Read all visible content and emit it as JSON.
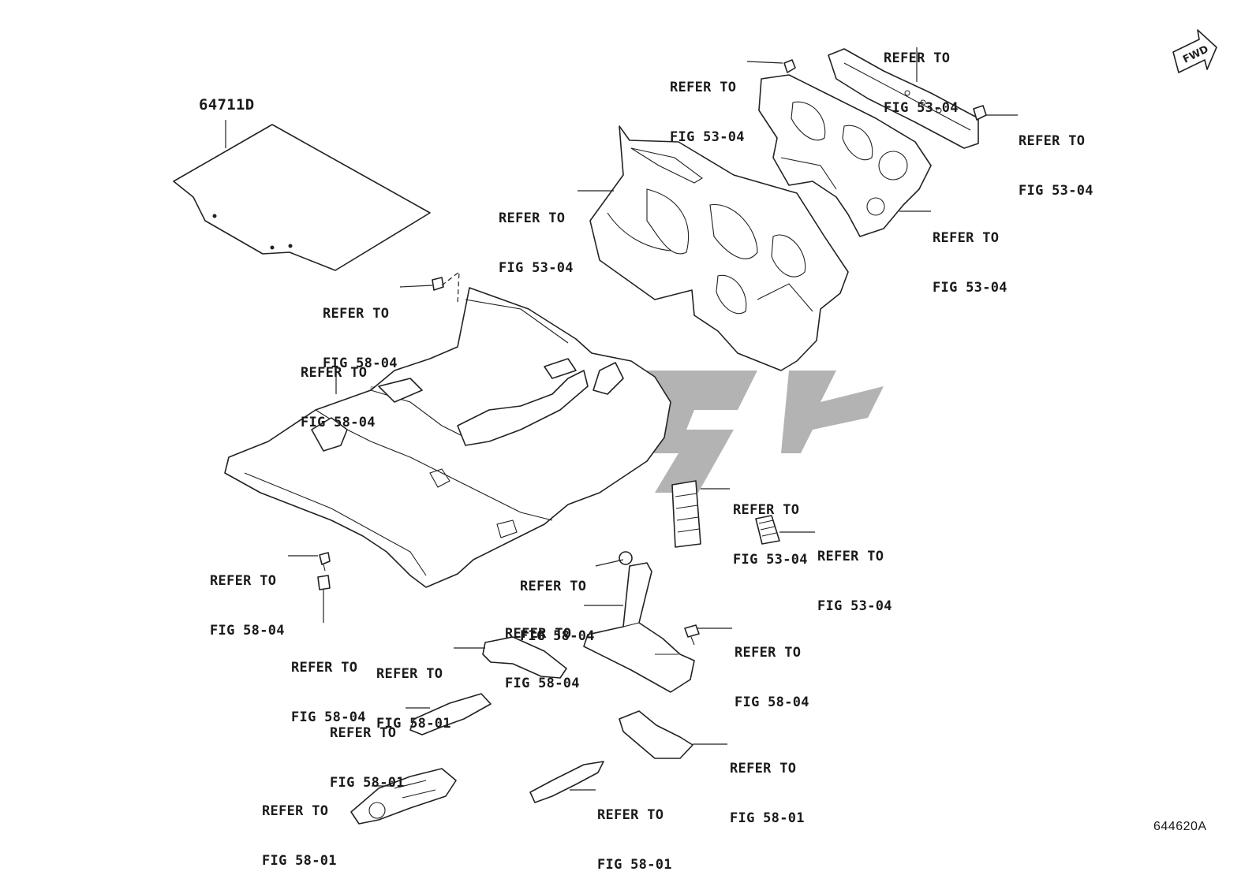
{
  "figure": {
    "code": "644620A"
  },
  "fwd_arrow": {
    "text": "FWD",
    "icon": "forward-arrow-icon"
  },
  "part_label": "64711D",
  "callouts": [
    {
      "id": "c1",
      "line1": "REFER TO",
      "line2": "FIG 53-04"
    },
    {
      "id": "c2",
      "line1": "REFER TO",
      "line2": "FIG 53-04"
    },
    {
      "id": "c3",
      "line1": "REFER TO",
      "line2": "FIG 53-04"
    },
    {
      "id": "c4",
      "line1": "REFER TO",
      "line2": "FIG 53-04"
    },
    {
      "id": "c5",
      "line1": "REFER TO",
      "line2": "FIG 53-04"
    },
    {
      "id": "c6",
      "line1": "REFER TO",
      "line2": "FIG 58-04"
    },
    {
      "id": "c7",
      "line1": "REFER TO",
      "line2": "FIG 58-04"
    },
    {
      "id": "c8",
      "line1": "REFER TO",
      "line2": "FIG 53-04"
    },
    {
      "id": "c9",
      "line1": "REFER TO",
      "line2": "FIG 53-04"
    },
    {
      "id": "c10",
      "line1": "REFER TO",
      "line2": "FIG 58-04"
    },
    {
      "id": "c11",
      "line1": "REFER TO",
      "line2": "FIG 58-04"
    },
    {
      "id": "c12",
      "line1": "REFER TO",
      "line2": "FIG 58-04"
    },
    {
      "id": "c13",
      "line1": "REFER TO",
      "line2": "FIG 58-04"
    },
    {
      "id": "c14",
      "line1": "REFER TO",
      "line2": "FIG 58-01"
    },
    {
      "id": "c15",
      "line1": "REFER TO",
      "line2": "FIG 58-04"
    },
    {
      "id": "c16",
      "line1": "REFER TO",
      "line2": "FIG 58-01"
    },
    {
      "id": "c17",
      "line1": "REFER TO",
      "line2": "FIG 58-01"
    },
    {
      "id": "c18",
      "line1": "REFER TO",
      "line2": "FIG 58-01"
    },
    {
      "id": "c19",
      "line1": "REFER TO",
      "line2": "FIG 58-01"
    }
  ]
}
